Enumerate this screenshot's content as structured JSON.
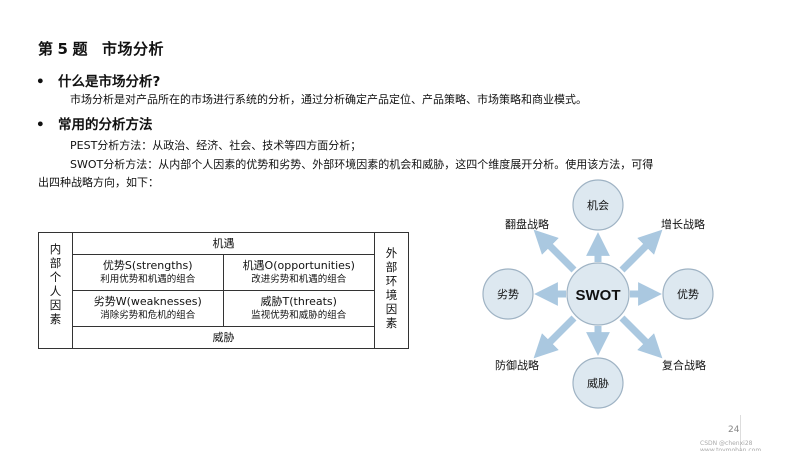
{
  "title": {
    "prefix": "第",
    "number": "5",
    "suffix": "题",
    "name": "市场分析"
  },
  "section1": {
    "heading": "什么是市场分析?",
    "body": "市场分析是对产品所在的市场进行系统的分析，通过分析确定产品定位、产品策略、市场策略和商业模式。"
  },
  "section2": {
    "heading": "常用的分析方法",
    "pest": "PEST分析方法：从政治、经济、社会、技术等四方面分析；",
    "swot_line1": "SWOT分析方法：从内部个人因素的优势和劣势、外部环境因素的机会和威胁，这四个维度展开分析。使用该方法，可得",
    "swot_line2": "出四种战略方向，如下："
  },
  "table": {
    "left_label": "内部个人因素",
    "right_label": "外部环境因素",
    "top_label": "机遇",
    "bottom_label": "威胁",
    "cells": [
      {
        "title": "优势S(strengths)",
        "sub": "利用优势和机遇的组合"
      },
      {
        "title": "机遇O(opportunities)",
        "sub": "改进劣势和机遇的组合"
      },
      {
        "title": "劣势W(weaknesses)",
        "sub": "消除劣势和危机的组合"
      },
      {
        "title": "威胁T(threats)",
        "sub": "监视优势和威胁的组合"
      }
    ]
  },
  "diagram": {
    "center": "SWOT",
    "top": "机会",
    "left": "劣势",
    "right": "优势",
    "bottom": "威胁",
    "strategies": {
      "top_left": "翻盘战略",
      "top_right": "增长战略",
      "bottom_left": "防御战略",
      "bottom_right": "复合战略"
    },
    "colors": {
      "circle_fill": "#dde8f0",
      "circle_stroke": "#9fb3c4",
      "arrow": "#aac8e0"
    }
  },
  "page_number": "24",
  "footer": "CSDN @chenxi28 www.toymoban.com"
}
